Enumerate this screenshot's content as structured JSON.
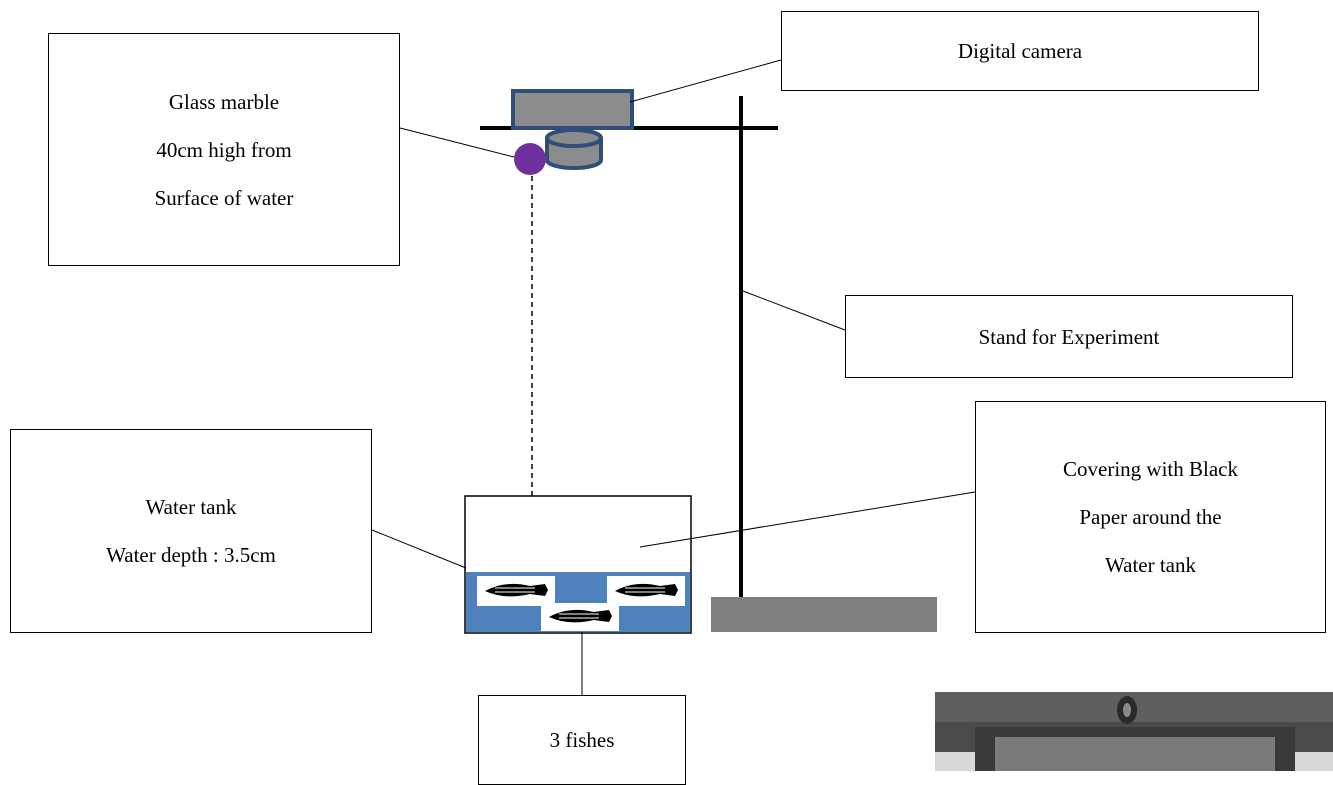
{
  "labels": {
    "camera": "Digital camera",
    "marble": [
      "Glass marble",
      "40cm high from",
      "Surface of water"
    ],
    "stand": "Stand for Experiment",
    "covering": [
      "Covering with Black",
      "Paper around the",
      "Water tank"
    ],
    "tank": [
      "Water tank",
      "Water depth : 3.5cm"
    ],
    "fishes": "3 fishes"
  },
  "colors": {
    "camera_fill": "#8c8c8c",
    "camera_stroke": "#2f4f7a",
    "marble": "#7030a0",
    "water": "#4f81bd",
    "stand_base": "#808080",
    "line": "#000000"
  },
  "icons": [
    "fish-icon",
    "marble-ball",
    "camera-icon"
  ]
}
